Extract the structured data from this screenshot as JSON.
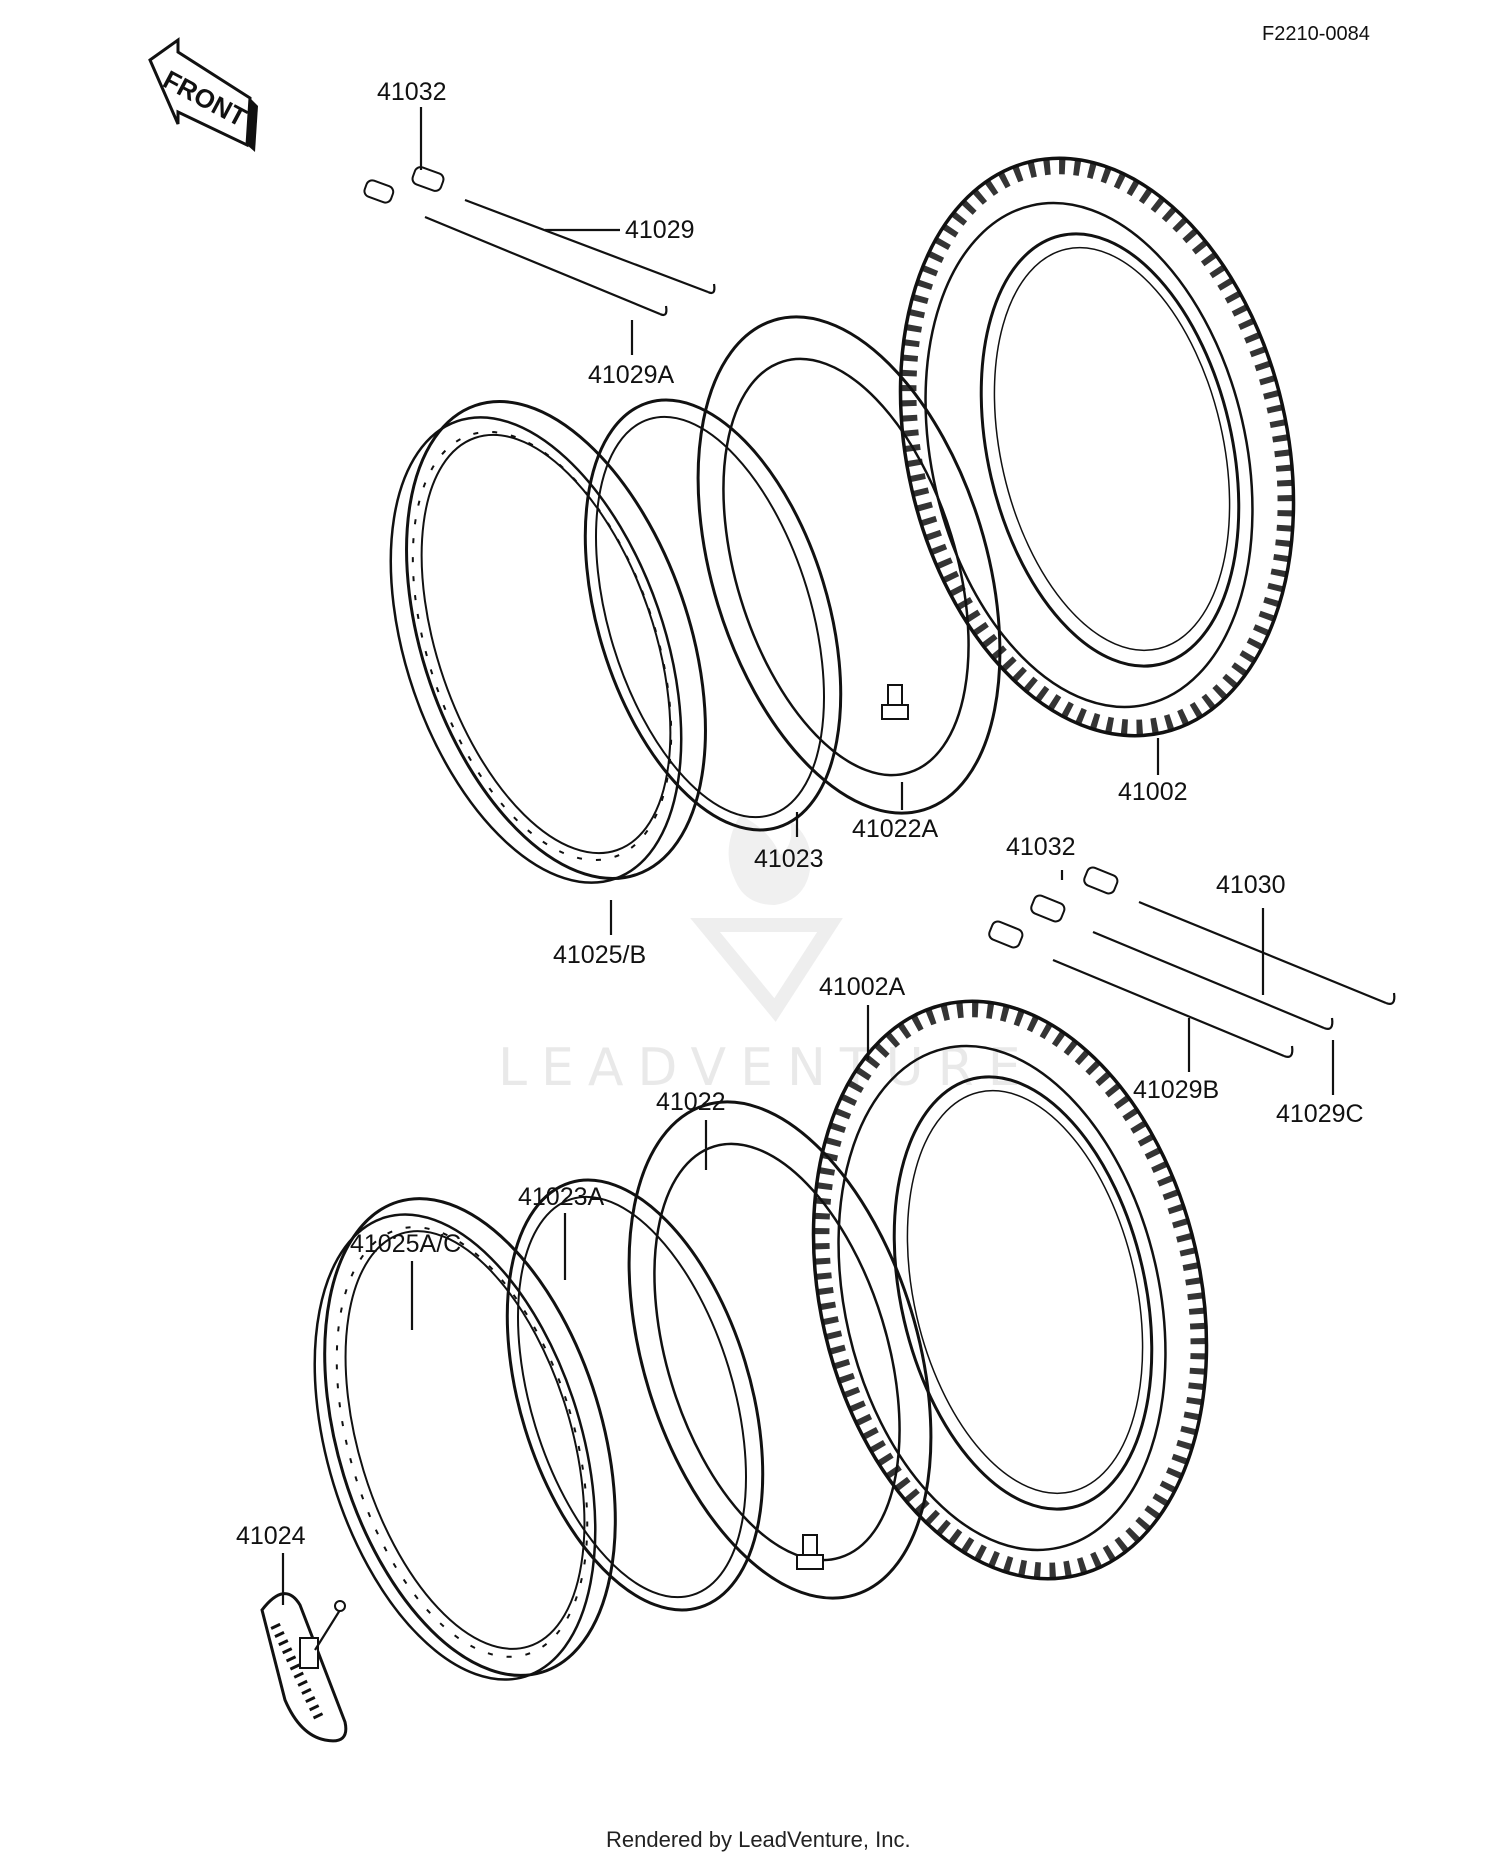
{
  "diagram_code": "F2210-0084",
  "front_arrow_label": "FRONT",
  "parts": {
    "p41032_top": "41032",
    "p41029": "41029",
    "p41029A": "41029A",
    "p41002": "41002",
    "p41022A": "41022A",
    "p41023": "41023",
    "p41025B": "41025/B",
    "p41032_mid": "41032",
    "p41030": "41030",
    "p41029B": "41029B",
    "p41029C": "41029C",
    "p41002A": "41002A",
    "p41022": "41022",
    "p41023A": "41023A",
    "p41025AC": "41025A/C",
    "p41024": "41024"
  },
  "watermark": "LEADVENTURE",
  "footer": "Rendered by LeadVenture, Inc."
}
